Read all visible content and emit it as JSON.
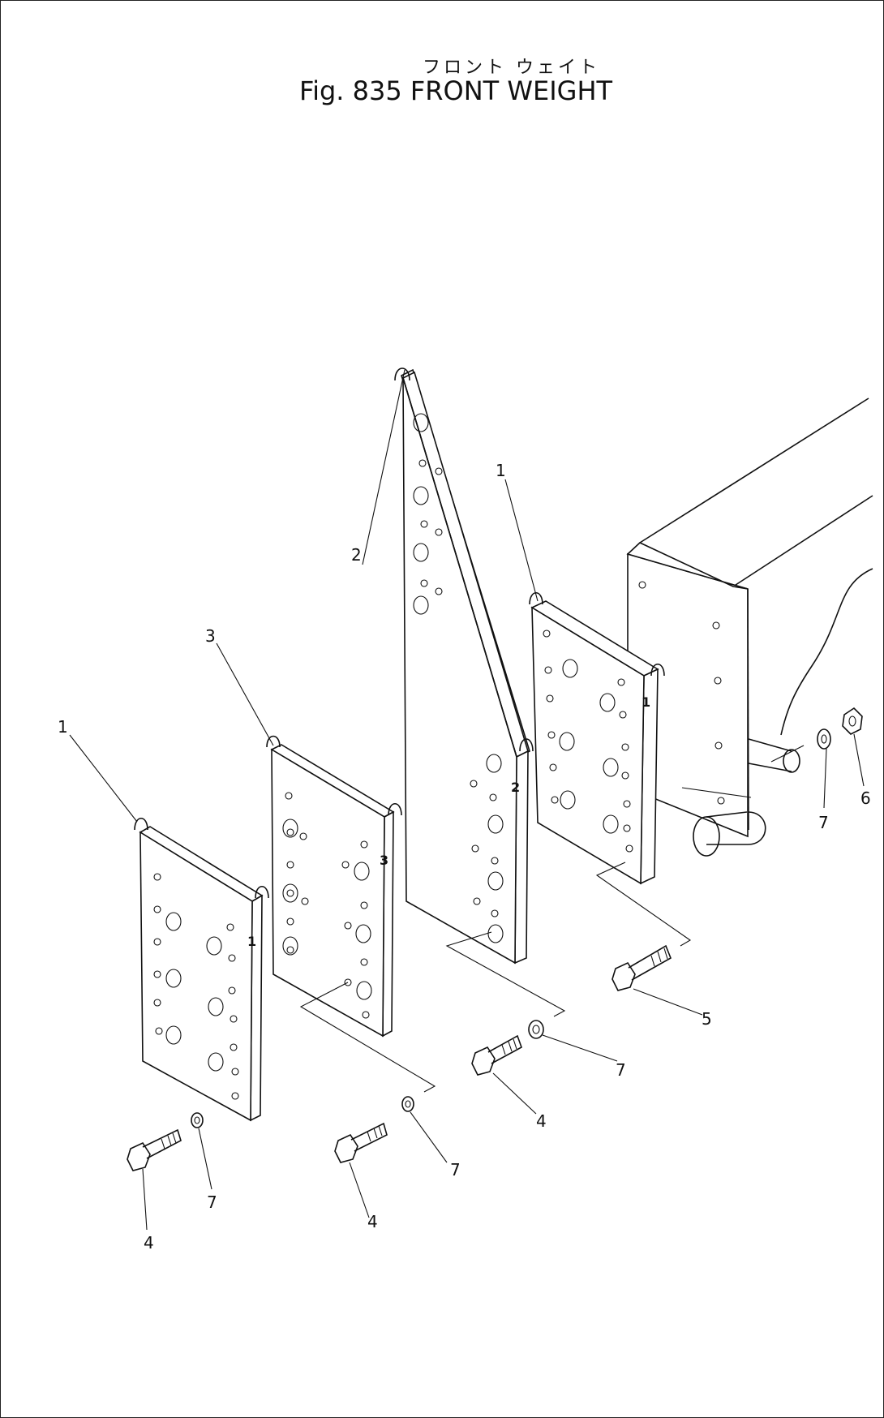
{
  "figure": {
    "title_jp": "フロント ウェイト",
    "title_en": "Fig. 835 FRONT WEIGHT"
  },
  "callouts": {
    "c1a": "1",
    "c1b": "1",
    "c2": "2",
    "c3": "3",
    "c4a": "4",
    "c4b": "4",
    "c4c": "4",
    "c5": "5",
    "c6": "6",
    "c7a": "7",
    "c7b": "7",
    "c7c": "7",
    "c7d": "7"
  },
  "plate_marks": {
    "p1a": "1",
    "p3": "3",
    "p2": "2",
    "p1b": "1"
  }
}
